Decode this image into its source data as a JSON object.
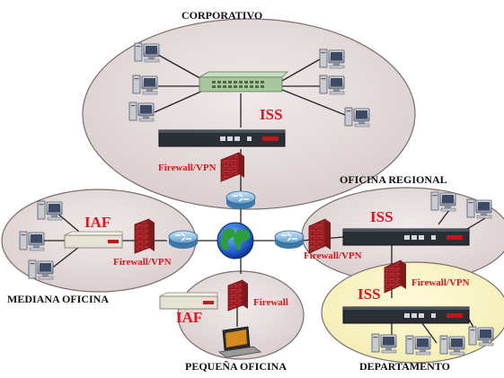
{
  "colors": {
    "zone_fill": "#e6dcdc",
    "zone_fill_department": "#fbf6c4",
    "zone_stroke": "#7a6e6e",
    "accent_red": "#e0141e",
    "device_dark": "#2a2f36",
    "device_light": "#e4e2d4",
    "switch_green": "#a8c6a0",
    "router_blue": "#8bbfe0",
    "firewall_red": "#b5292f"
  },
  "zones": {
    "corporativo": "CORPORATIVO",
    "oficina_regional": "OFICINA REGIONAL",
    "mediana_oficina": "MEDIANA OFICINA",
    "pequena_oficina": "PEQUEÑA OFICINA",
    "departamento": "DEPARTAMENTO"
  },
  "devices": {
    "iss_corporativo": "ISS",
    "iss_regional": "ISS",
    "iss_departamento": "ISS",
    "iaf_mediana": "IAF",
    "iaf_pequena": "IAF"
  },
  "firewalls": {
    "corporativo": "Firewall/VPN",
    "mediana": "Firewall/VPN",
    "regional": "Firewall/VPN",
    "departamento": "Firewall/VPN",
    "pequena": "Firewall"
  },
  "icons": [
    "computer-icon",
    "switch-icon",
    "appliance-icon",
    "router-icon",
    "firewall-icon",
    "globe-icon",
    "laptop-icon"
  ]
}
